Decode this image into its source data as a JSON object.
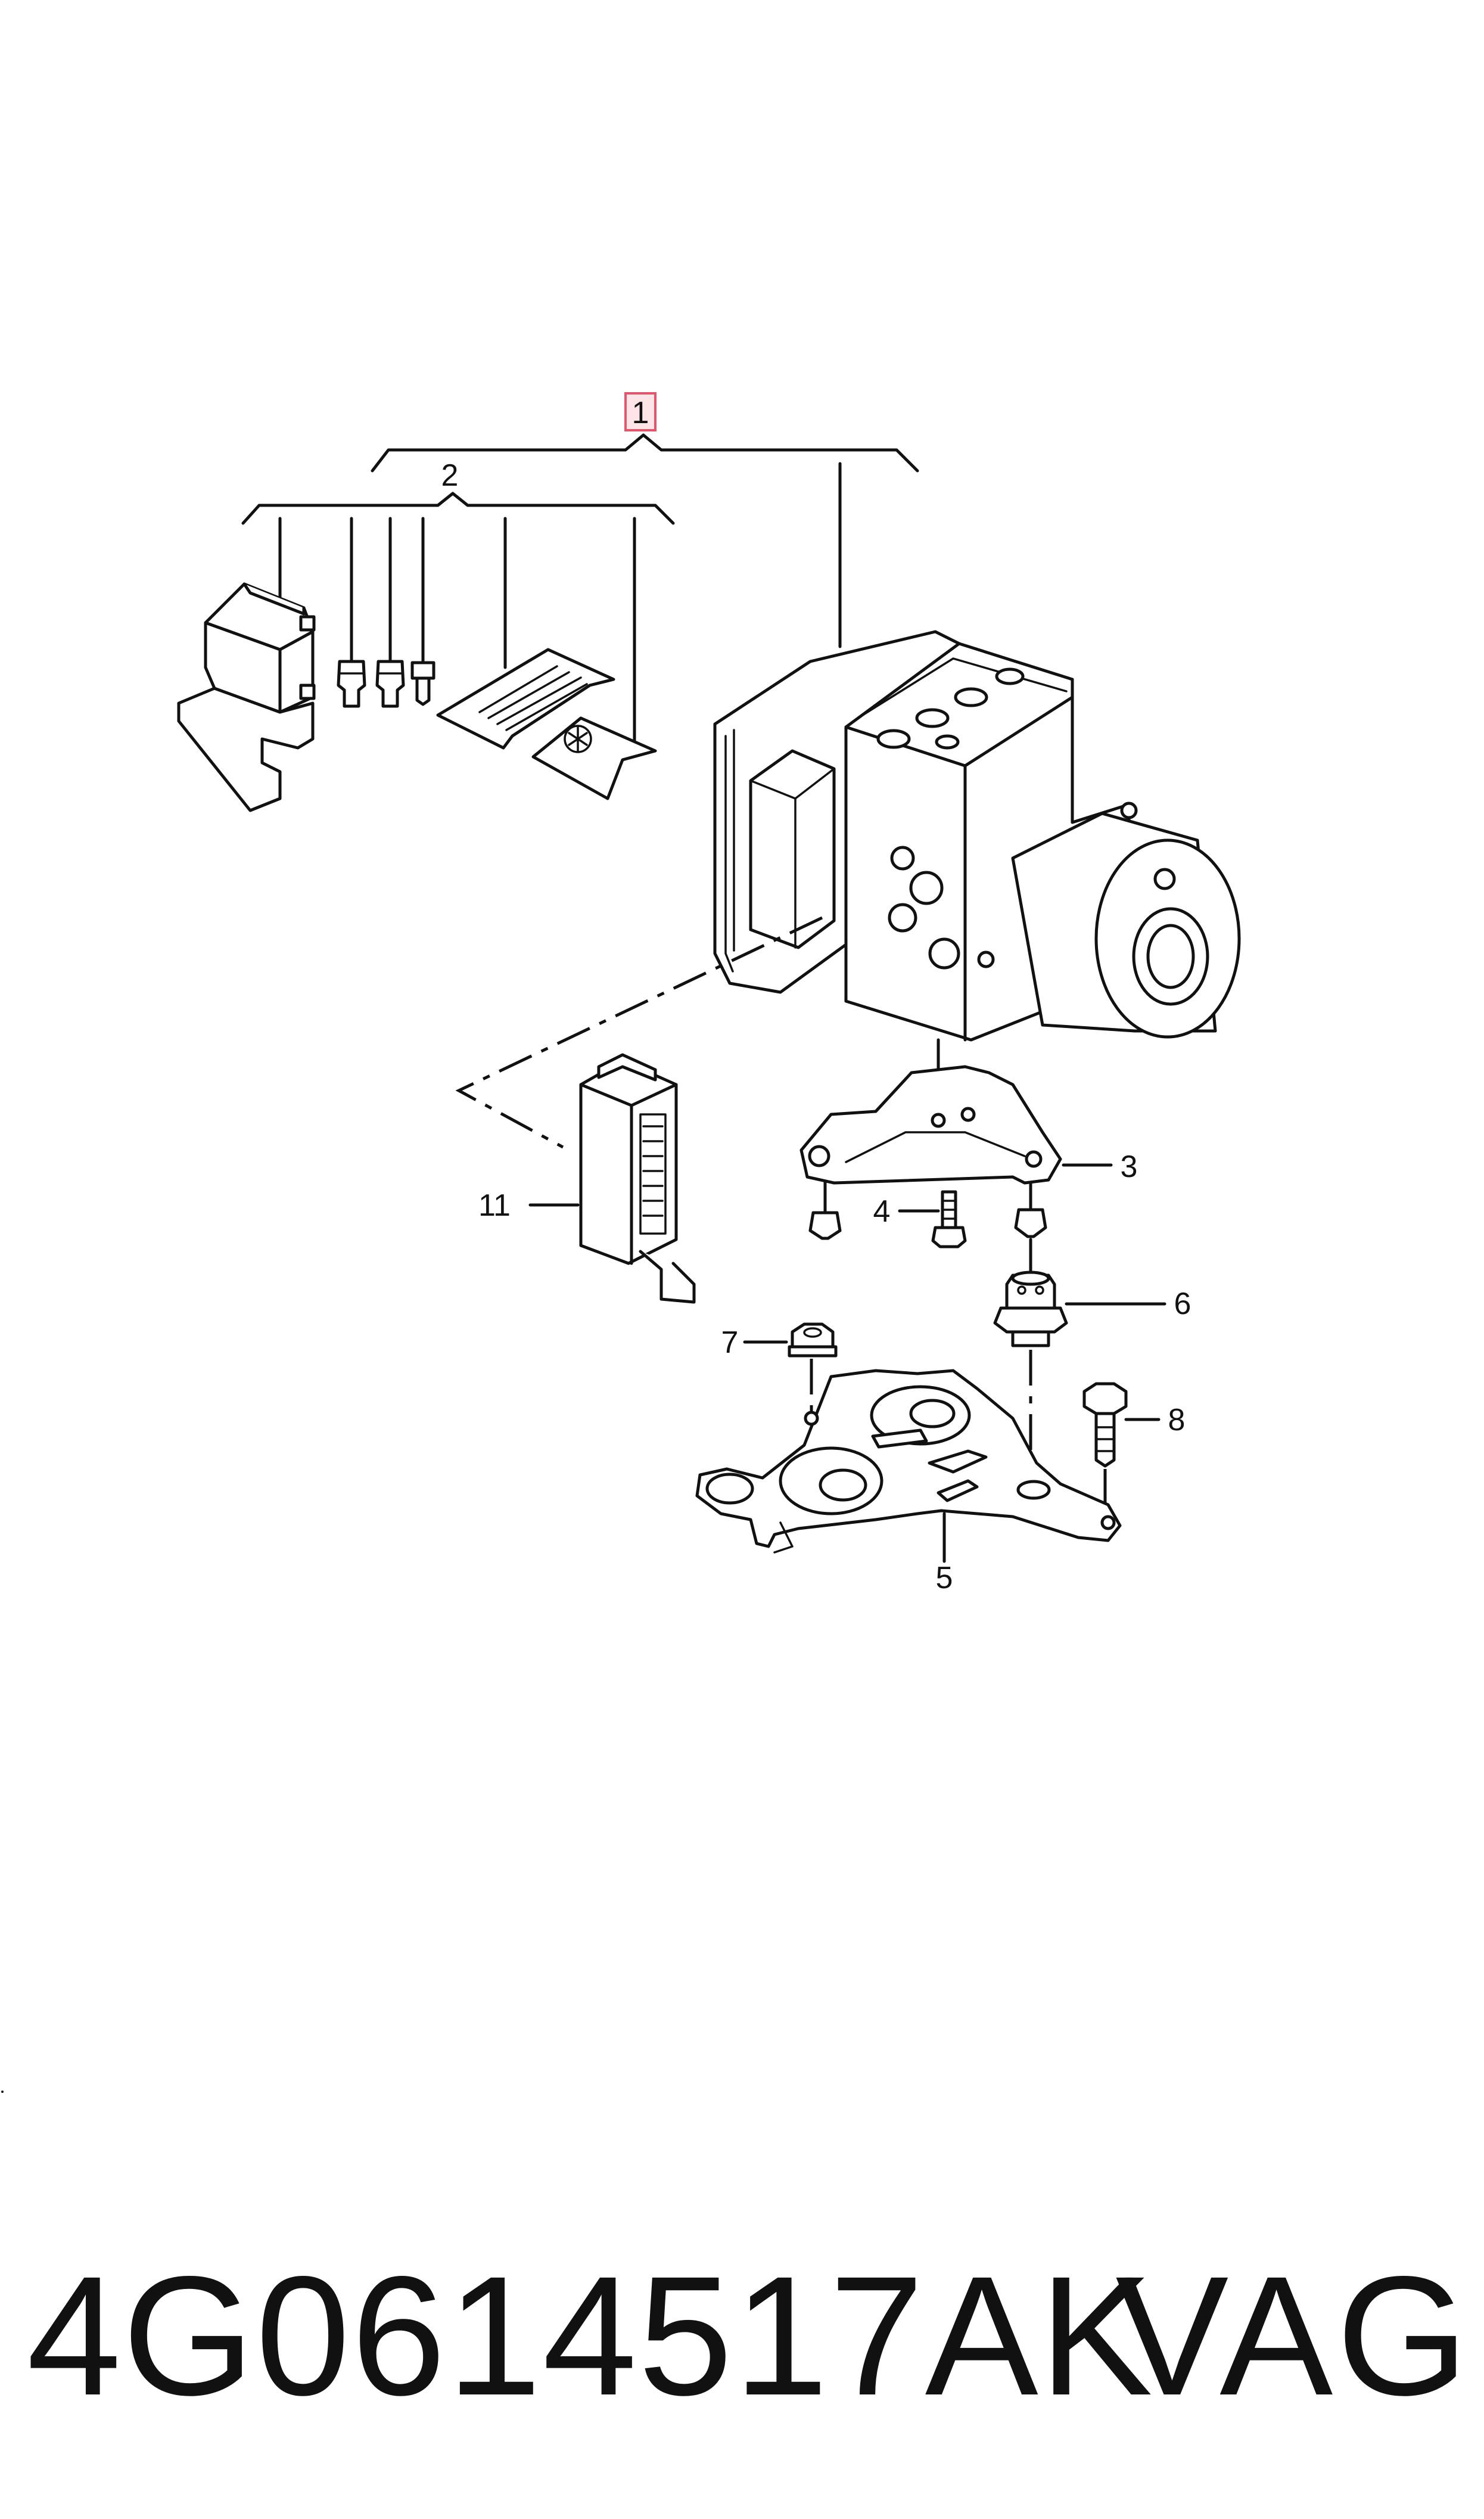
{
  "diagram": {
    "callouts": [
      {
        "id": "1",
        "label": "1"
      },
      {
        "id": "2",
        "label": "2"
      },
      {
        "id": "3",
        "label": "3"
      },
      {
        "id": "4",
        "label": "4"
      },
      {
        "id": "5",
        "label": "5"
      },
      {
        "id": "6",
        "label": "6"
      },
      {
        "id": "7",
        "label": "7"
      },
      {
        "id": "8",
        "label": "8"
      },
      {
        "id": "11",
        "label": "11"
      }
    ],
    "highlight_color": "#e0566a"
  },
  "caption": {
    "part_number": "4G0614517AK",
    "brand": "VAG"
  }
}
